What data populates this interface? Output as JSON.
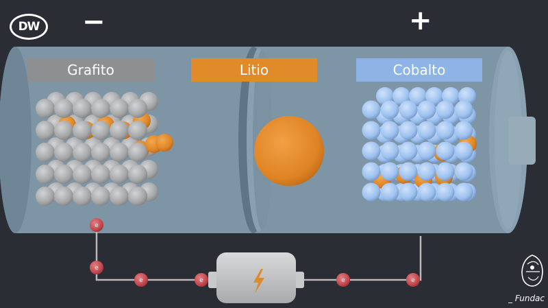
{
  "header": {
    "logo": "DW",
    "negative_sign": "−",
    "positive_sign": "+"
  },
  "labels": {
    "graphite": "Grafito",
    "lithium": "Litio",
    "cobalt": "Cobalto"
  },
  "electron_symbol": "e",
  "footer": {
    "foundation_text": "_ Fundac"
  },
  "icons": {
    "battery": "battery-lightning-icon",
    "crest": "university-crest-icon"
  },
  "colors": {
    "background": "#2a2d34",
    "cylinder": "#8096a6",
    "graphite_atom": "#a8a9ab",
    "lithium_atom": "#e08a2a",
    "cobalt_atom": "#9fc2ef",
    "electron": "#c6484f",
    "wire": "#b9b9bb"
  }
}
